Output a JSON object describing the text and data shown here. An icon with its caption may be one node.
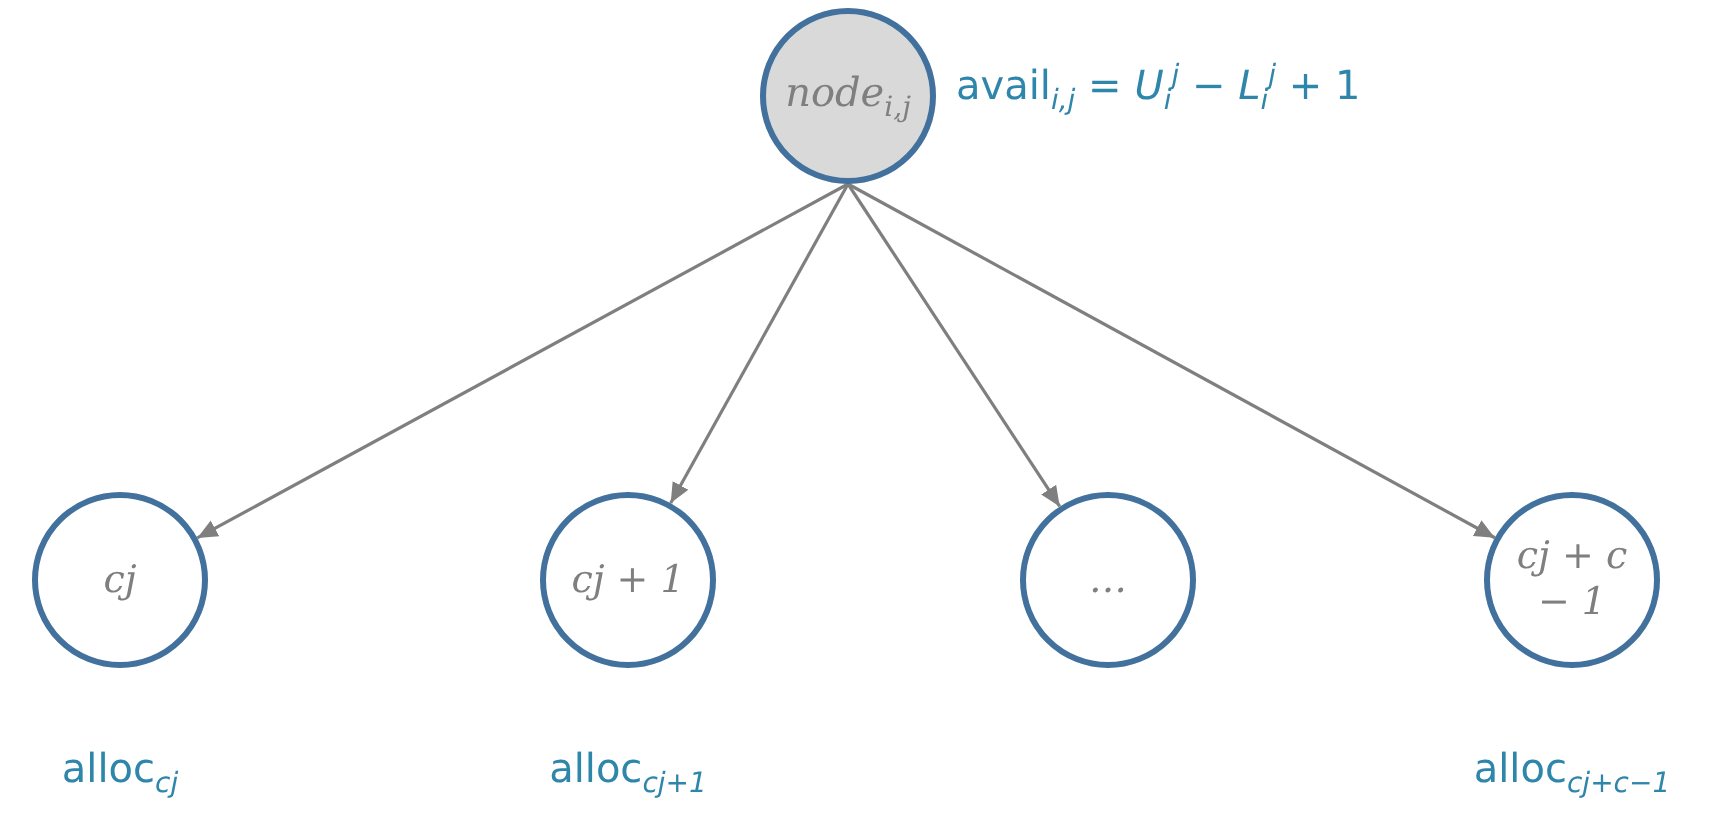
{
  "diagram": {
    "nodes": [
      {
        "text": [
          "node$_{i,j}$"
        ],
        "beside": [
          "avail$_{i,j}$ = *U*$_{i}$$^{j}$ − *L*$_{i}$$^{j}$ + 1"
        ]
      },
      {
        "text": [
          "cj"
        ],
        "beside": [
          "alloc$_{cj}$"
        ]
      },
      {
        "text": [
          "cj + 1"
        ],
        "beside": [
          "alloc$_{cj+1}$"
        ]
      },
      {
        "text": [
          "…"
        ]
      },
      {
        "text": [
          "cj + c − 1"
        ],
        "beside": [
          "alloc$_{cj+c−1}$"
        ]
      }
    ],
    "edges": [
      {
        "from": 0,
        "to": 1,
        "arrow": "to"
      },
      {
        "from": 0,
        "to": 2,
        "arrow": "to"
      },
      {
        "from": 0,
        "to": 3,
        "arrow": "to"
      },
      {
        "from": 0,
        "to": 4,
        "arrow": "to"
      }
    ]
  }
}
